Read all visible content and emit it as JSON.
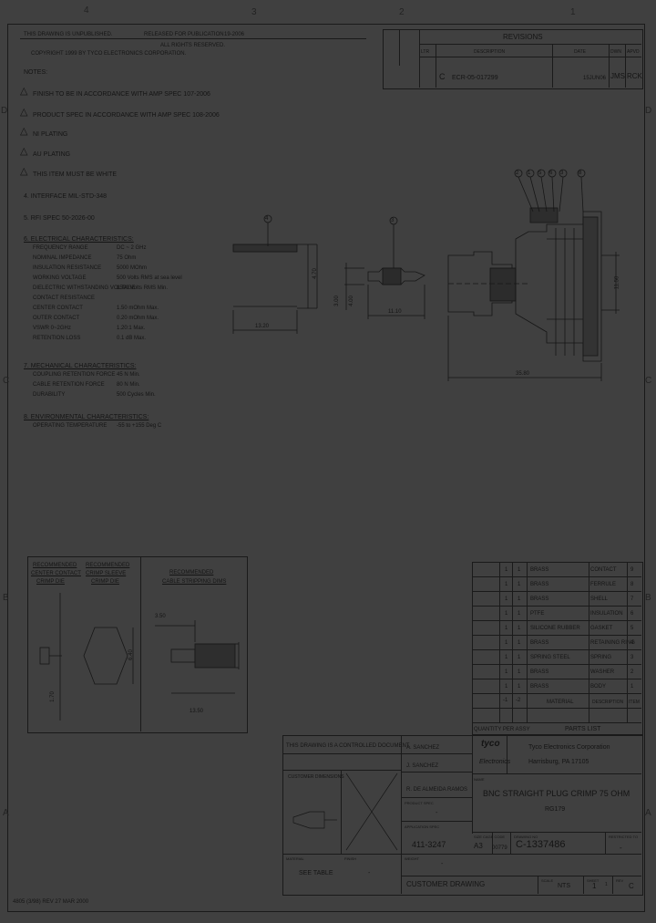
{
  "zones": {
    "top": [
      "4",
      "3",
      "2",
      "1"
    ],
    "side": [
      "D",
      "C",
      "B",
      "A"
    ]
  },
  "header": {
    "line1a": "THIS DRAWING IS UNPUBLISHED.",
    "line1b": "RELEASED FOR PUBLICATION",
    "line1c": "ALL RIGHTS RESERVED.",
    "line2": "COPYRIGHT 1999 BY TYCO ELECTRONICS CORPORATION.",
    "year": "19-2006"
  },
  "revisions": {
    "title": "REVISIONS",
    "cols": [
      "LTR",
      "DESCRIPTION",
      "DATE",
      "DWN",
      "APVD"
    ],
    "row": {
      "ltr": "C",
      "desc": "ECR-05-017299",
      "date": "15JUN06",
      "dwn": "JMS",
      "apvd": "RCK"
    }
  },
  "notes": {
    "heading": "NOTES:",
    "items": [
      "FINISH TO BE IN ACCORDANCE WITH AMP SPEC 107-2006",
      "PRODUCT SPEC IN ACCORDANCE WITH AMP SPEC 108-2006",
      "NI PLATING",
      "AU PLATING",
      "THIS ITEM MUST BE WHITE",
      "4. INTERFACE MIL-STD-348",
      "5. RFI SPEC 50-2026-00"
    ],
    "electrical_heading": "6. ELECTRICAL CHARACTERISTICS:",
    "electrical": [
      [
        "FREQUENCY RANGE",
        "DC ~ 2 GHz"
      ],
      [
        "NOMINAL IMPEDANCE",
        "75 Ohm"
      ],
      [
        "INSULATION RESISTANCE",
        "5000 MOhm"
      ],
      [
        "WORKING VOLTAGE",
        "500 Volts RMS at sea level"
      ],
      [
        "DIELECTRIC WITHSTANDING VOLTAGE",
        "1500 Volts RMS Min."
      ],
      [
        "CONTACT RESISTANCE",
        ""
      ],
      [
        "CENTER CONTACT",
        "1.50 mOhm Max."
      ],
      [
        "OUTER CONTACT",
        "0.20 mOhm Max."
      ],
      [
        "VSWR 0~2GHz",
        "1.20:1 Max."
      ],
      [
        "RETENTION LOSS",
        "0.1 dB Max."
      ]
    ],
    "mechanical_heading": "7. MECHANICAL CHARACTERISTICS:",
    "mechanical": [
      [
        "COUPLING RETENTION FORCE",
        "45 N Min."
      ],
      [
        "CABLE RETENTION FORCE",
        "80 N Min."
      ],
      [
        "DURABILITY",
        "500 Cycles Min."
      ]
    ],
    "environmental_heading": "8. ENVIRONMENTAL CHARACTERISTICS:",
    "environmental": [
      [
        "OPERATING TEMPERATURE",
        "-55 to +155 Deg C"
      ]
    ]
  },
  "drawing": {
    "dims": {
      "d1": "13.20",
      "d2": "11.10",
      "d3": "35.80",
      "d4": "4.70",
      "d5": "11.50",
      "d6": "4.00",
      "d7": "3.00"
    },
    "callouts": [
      "4",
      "3",
      "2",
      "1",
      "5",
      "6",
      "3",
      "8"
    ]
  },
  "tooling": {
    "col1": [
      "RECOMMENDED",
      "CENTER CONTACT",
      "CRIMP DIE"
    ],
    "col2": [
      "RECOMMENDED",
      "CRIMP SLEEVE",
      "CRIMP DIE"
    ],
    "col3": [
      "RECOMMENDED",
      "CABLE STRIPPING DIMS"
    ],
    "dims": [
      "3.50",
      "6.40",
      "13.50",
      "1.70"
    ]
  },
  "parts": {
    "rows": [
      [
        "1",
        "1",
        "BRASS",
        "CONTACT",
        "9"
      ],
      [
        "1",
        "1",
        "BRASS",
        "FERRULE",
        "8"
      ],
      [
        "1",
        "1",
        "BRASS",
        "SHELL",
        "7"
      ],
      [
        "1",
        "1",
        "PTFE",
        "INSULATION",
        "6"
      ],
      [
        "1",
        "1",
        "SILICONE RUBBER",
        "GASKET",
        "5"
      ],
      [
        "1",
        "1",
        "BRASS",
        "RETAINING RING",
        "4"
      ],
      [
        "1",
        "1",
        "SPRING STEEL",
        "SPRING",
        "3"
      ],
      [
        "1",
        "1",
        "BRASS",
        "WASHER",
        "2"
      ],
      [
        "1",
        "1",
        "BRASS",
        "BODY",
        "1"
      ]
    ],
    "header": [
      "MATERIAL",
      "DESCRIPTION",
      "ITEM"
    ],
    "qty_label": "QUANTITY PER ASSY",
    "list_label": "PARTS LIST",
    "dash": [
      "-1",
      "-2"
    ]
  },
  "title_block": {
    "controlled": "THIS DRAWING IS A CONTROLLED DOCUMENT.",
    "dwn": "A. SANCHEZ",
    "chk": "J. SANCHEZ",
    "appvd": "R. DE ALMEIDA RAMOS",
    "customer_dims": "CUSTOMER DIMENSIONS",
    "product_spec_label": "PRODUCT SPEC",
    "product_spec": "-",
    "application_spec_label": "APPLICATION SPEC",
    "application_spec": "411-3247",
    "weight_label": "WEIGHT",
    "weight": "-",
    "material_label": "MATERIAL",
    "finish_label": "FINISH",
    "see_table": "SEE TABLE",
    "dash": "-",
    "logo1": "tyco",
    "logo2": "Electronics",
    "company": "Tyco Electronics Corporation",
    "location": "Harrisburg, PA 17105",
    "name_label": "NAME",
    "title1": "BNC STRAIGHT PLUG CRIMP 75 OHM",
    "title2": "RG179",
    "size_label": "SIZE",
    "cage_label": "CAGE CODE",
    "dwg_label": "DRAWING NO",
    "restricted_label": "RESTRICTED TO",
    "size": "A3",
    "cage": "00779",
    "dwg": "C-1337486",
    "restricted": "-",
    "customer_drawing": "CUSTOMER DRAWING",
    "scale_label": "SCALE",
    "scale": "NTS",
    "sheet_label": "SHEET",
    "sheet": "1",
    "of": "1",
    "rev_label": "REV",
    "rev": "C"
  },
  "footer": "4805 (3/98) REV 27 MAR 2000"
}
